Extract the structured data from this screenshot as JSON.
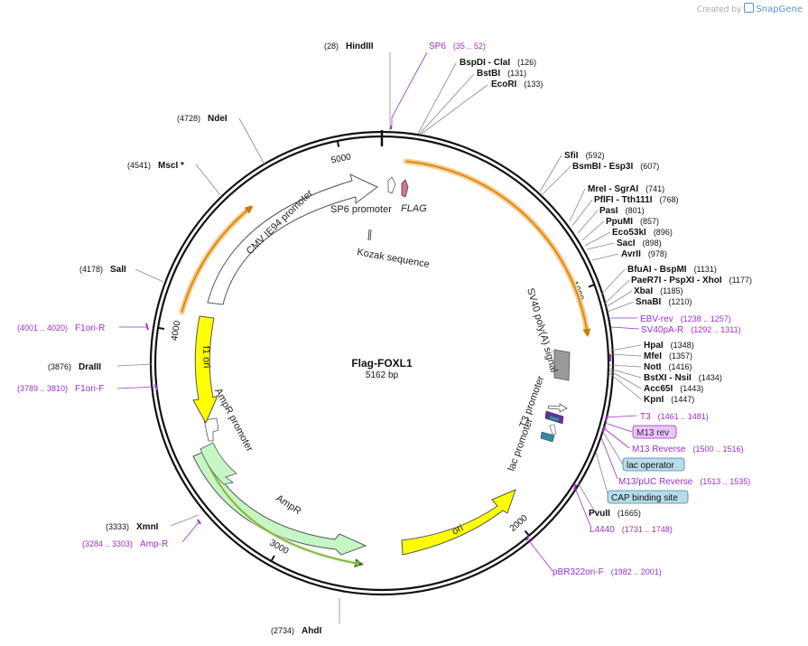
{
  "credit": {
    "prefix": "Created by",
    "brand": "SnapGene"
  },
  "plasmid": {
    "name": "Flag-FOXL1",
    "size_label": "5162 bp",
    "length": 5162
  },
  "ruler": [
    {
      "pos": 1000,
      "label": "1000"
    },
    {
      "pos": 2000,
      "label": "2000"
    },
    {
      "pos": 3000,
      "label": "3000"
    },
    {
      "pos": 4000,
      "label": "4000"
    },
    {
      "pos": 5000,
      "label": "5000"
    }
  ],
  "colors": {
    "orf": "#f29c11",
    "orf_glow": "#f7c98c",
    "ori": "#ffff00",
    "ampr": "#c6f5c6",
    "ampr_line": "#2e6b12",
    "primer": "#9b30c8",
    "polyA": "#9a9a9a",
    "flag": "#c97a9c"
  },
  "sites_right": [
    {
      "name": "BspDI",
      "alt": "ClaI",
      "pos_label": "(126)"
    },
    {
      "name": "BstBI",
      "pos_label": "(131)"
    },
    {
      "name": "EcoRI",
      "pos_label": "(133)"
    },
    {
      "name": "SfiI",
      "pos_label": "(592)"
    },
    {
      "name": "BsmBI",
      "alt": "Esp3I",
      "pos_label": "(607)"
    },
    {
      "name": "MreI",
      "alt": "SgrAI",
      "pos_label": "(741)"
    },
    {
      "name": "PflFI",
      "alt": "Tth111I",
      "pos_label": "(768)"
    },
    {
      "name": "PasI",
      "pos_label": "(801)"
    },
    {
      "name": "PpuMI",
      "pos_label": "(857)"
    },
    {
      "name": "Eco53kI",
      "pos_label": "(896)"
    },
    {
      "name": "SacI",
      "pos_label": "(898)"
    },
    {
      "name": "AvrII",
      "pos_label": "(978)"
    },
    {
      "name": "BfuAI",
      "alt": "BspMI",
      "pos_label": "(1131)"
    },
    {
      "name": "PaeR7I",
      "alt": "PspXI",
      "alt2": "XhoI",
      "pos_label": "(1177)"
    },
    {
      "name": "XbaI",
      "pos_label": "(1185)"
    },
    {
      "name": "SnaBI",
      "pos_label": "(1210)"
    },
    {
      "name": "HpaI",
      "pos_label": "(1348)"
    },
    {
      "name": "MfeI",
      "pos_label": "(1357)"
    },
    {
      "name": "NotI",
      "pos_label": "(1416)"
    },
    {
      "name": "BstXI",
      "alt": "NsiI",
      "pos_label": "(1434)"
    },
    {
      "name": "Acc65I",
      "pos_label": "(1443)"
    },
    {
      "name": "KpnI",
      "pos_label": "(1447)"
    },
    {
      "name": "PvuII",
      "pos_label": "(1665)"
    }
  ],
  "sites_left": [
    {
      "name": "HindIII",
      "pos_label": "(28)"
    },
    {
      "name": "NdeI",
      "pos_label": "(4728)"
    },
    {
      "name": "MscI *",
      "pos_label": "(4541)"
    },
    {
      "name": "SalI",
      "pos_label": "(4178)"
    },
    {
      "name": "DraIII",
      "pos_label": "(3876)"
    },
    {
      "name": "XmnI",
      "pos_label": "(3333)"
    },
    {
      "name": "AhdI",
      "pos_label": "(2734)"
    }
  ],
  "primers": [
    {
      "name": "SP6",
      "range": "(35 .. 52)"
    },
    {
      "name": "EBV-rev",
      "range": "(1238 .. 1257)"
    },
    {
      "name": "SV40pA-R",
      "range": "(1292 .. 1311)"
    },
    {
      "name": "T3",
      "range": "(1461 .. 1481)"
    },
    {
      "name": "M13 rev"
    },
    {
      "name": "M13 Reverse",
      "range": "(1500 .. 1516)"
    },
    {
      "name": "M13/pUC Reverse",
      "range": "(1513 .. 1535)"
    },
    {
      "name": "L4440",
      "range": "(1731 .. 1748)"
    },
    {
      "name": "pBR322ori-F",
      "range": "(1982 .. 2001)"
    },
    {
      "name": "F1ori-R",
      "range": "(4001 .. 4020)"
    },
    {
      "name": "F1ori-F",
      "range": "(3789 .. 3810)"
    },
    {
      "name": "Amp-R",
      "range": "(3284 .. 3303)"
    }
  ],
  "boxed_labels": [
    {
      "name": "lac operator"
    },
    {
      "name": "CAP binding site"
    }
  ],
  "features": [
    {
      "name": "CMV IE94 promoter"
    },
    {
      "name": "SP6 promoter"
    },
    {
      "name": "FLAG"
    },
    {
      "name": "Kozak sequence"
    },
    {
      "name": "SV40 poly(A) signal"
    },
    {
      "name": "T3 promoter"
    },
    {
      "name": "lac promoter"
    },
    {
      "name": "ori"
    },
    {
      "name": "AmpR"
    },
    {
      "name": "AmpR promoter"
    },
    {
      "name": "f1 ori"
    }
  ]
}
